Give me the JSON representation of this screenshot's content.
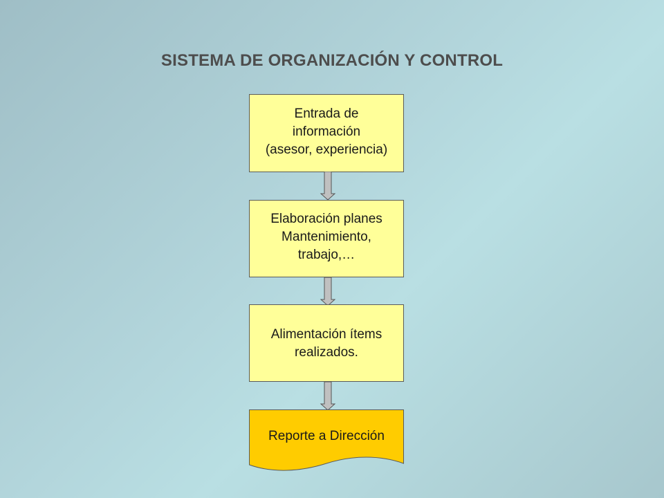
{
  "title": "SISTEMA DE ORGANIZACIÓN Y CONTROL",
  "steps": [
    {
      "lines": [
        "Entrada de",
        "información",
        "(asesor, experiencia)"
      ]
    },
    {
      "lines": [
        "Elaboración planes",
        "Mantenimiento,",
        "trabajo,…"
      ]
    },
    {
      "lines": [
        "Alimentación ítems",
        "realizados."
      ]
    }
  ],
  "output": {
    "label": "Reporte a Dirección"
  },
  "colors": {
    "process_fill": "#ffff99",
    "document_fill": "#ffcc00",
    "title_color": "#4d4d4d",
    "arrow_fill": "#c0c0c0"
  }
}
